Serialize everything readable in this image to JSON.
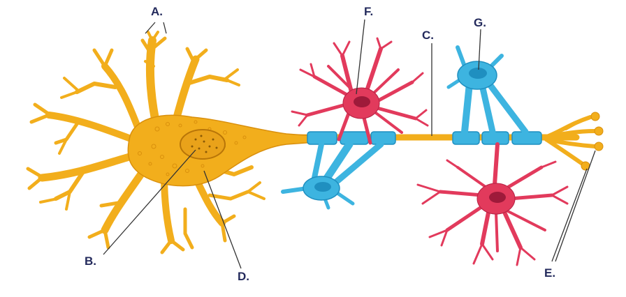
{
  "labels": {
    "a": "A.",
    "b": "B.",
    "c": "C.",
    "d": "D.",
    "e": "E.",
    "f": "F.",
    "g": "G."
  },
  "colors": {
    "neuron": "#f2ae1c",
    "neuron_dark": "#d98f0c",
    "nucleus": "#e9a21a",
    "schwann": "#3db4e0",
    "schwann_dark": "#1f8fc0",
    "oligodendrocyte": "#e23a5c",
    "oligodendrocyte_dark": "#9e1a3a",
    "label_text": "#232a5c",
    "leader_line": "#333333"
  }
}
